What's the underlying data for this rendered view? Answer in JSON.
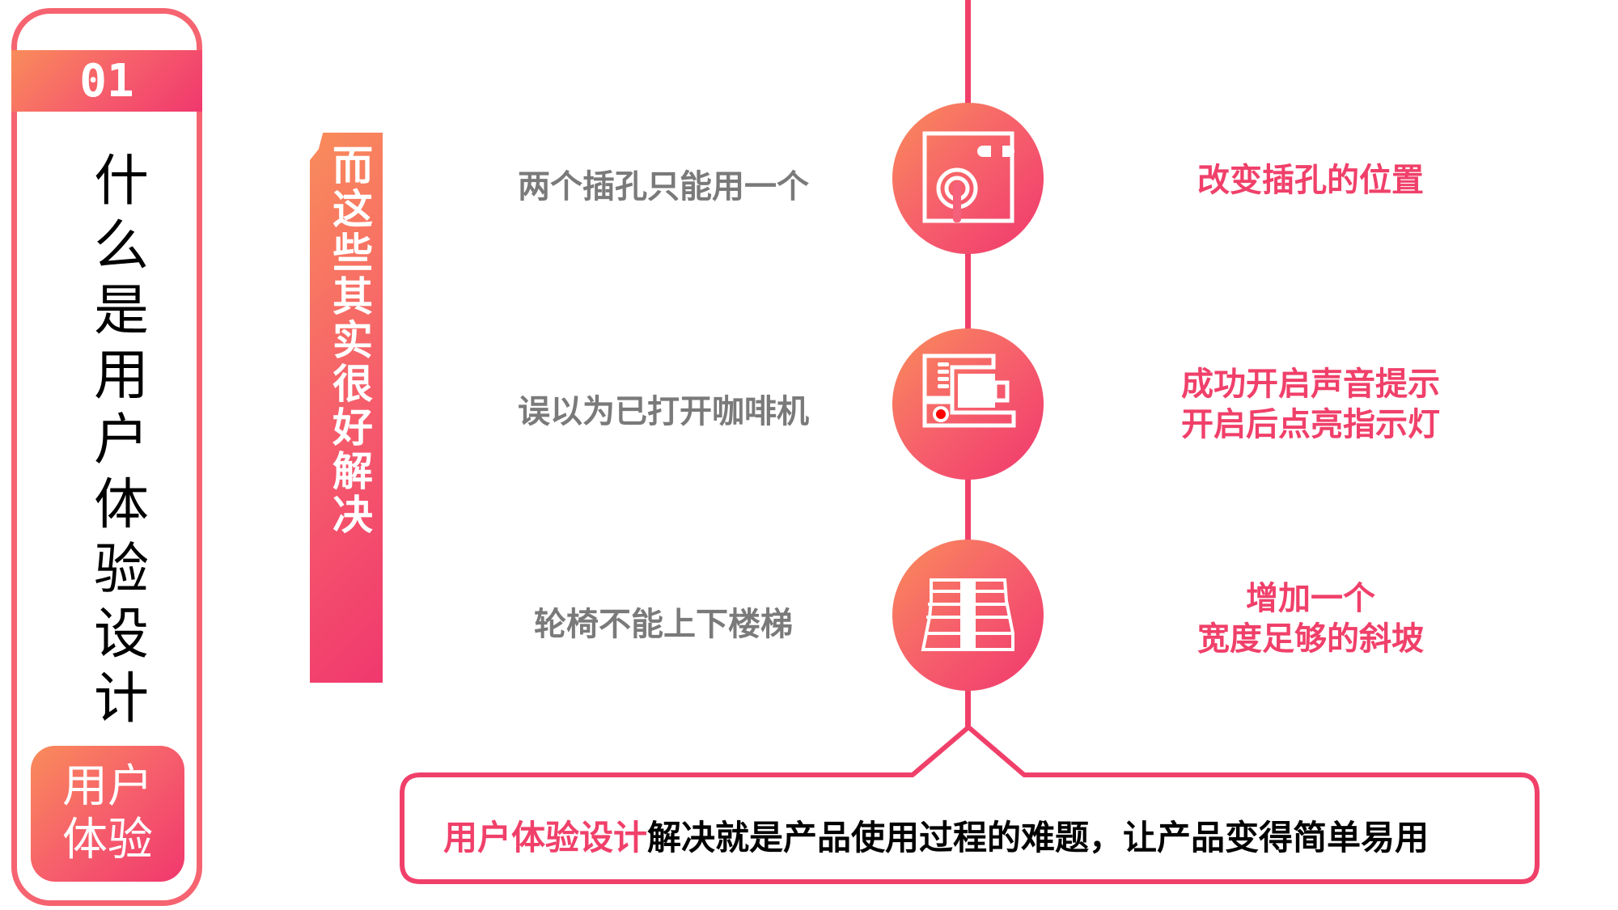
{
  "left_panel": {
    "number": "01",
    "title_chars": [
      "什",
      "么",
      "是",
      "用",
      "户",
      "体",
      "验",
      "设",
      "计"
    ],
    "badge_lines": [
      "用户",
      "体验"
    ]
  },
  "banner": {
    "chars": [
      "而",
      "这",
      "些",
      "其",
      "实",
      "很",
      "好",
      "解",
      "决"
    ]
  },
  "rows": [
    {
      "problem": "两个插孔只能用一个",
      "icon": "socket-icon",
      "solution": [
        "改变插孔的位置"
      ]
    },
    {
      "problem": "误以为已打开咖啡机",
      "icon": "coffee-machine-icon",
      "solution": [
        "成功开启声音提示",
        "开启后点亮指示灯"
      ]
    },
    {
      "problem": "轮椅不能上下楼梯",
      "icon": "stairs-icon",
      "solution": [
        "增加一个",
        "宽度足够的斜坡"
      ]
    }
  ],
  "summary": {
    "highlight": "用户体验设计",
    "text": "就是产品使用过程的难题，让产品变得简单易用",
    "overlap_text": "解决"
  },
  "colors": {
    "accent": "#f0406a",
    "gradient_start": "#f98c5a",
    "gradient_end": "#f0386e",
    "problem_text": "#7a7a7a"
  }
}
